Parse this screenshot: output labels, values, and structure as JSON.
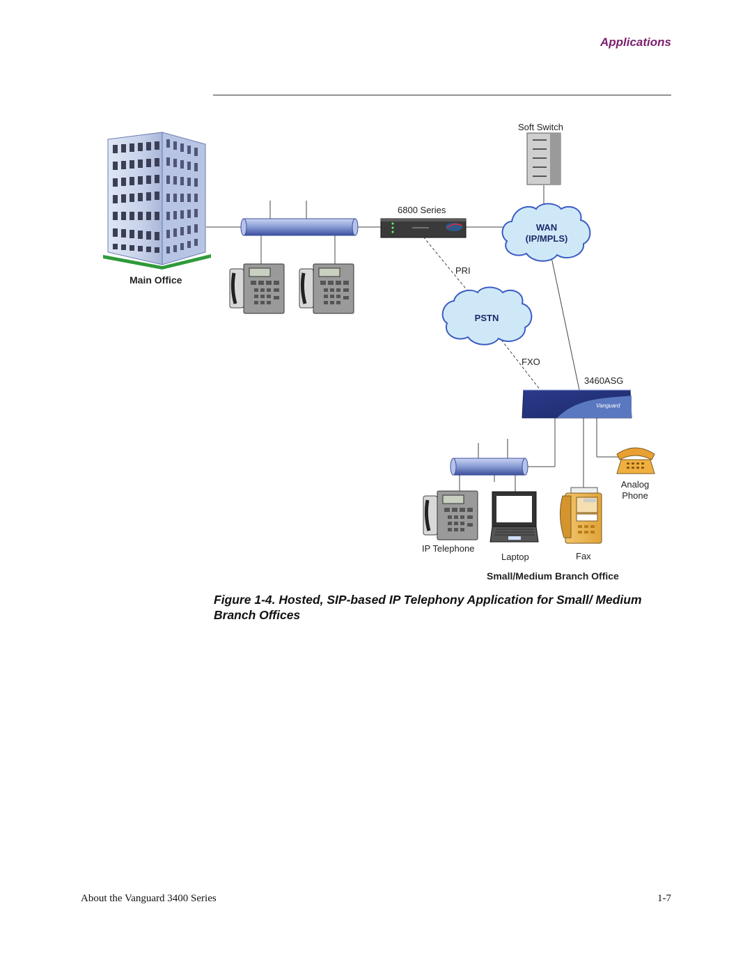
{
  "header": {
    "section": "Applications"
  },
  "diagram": {
    "labels": {
      "soft_switch": "Soft Switch",
      "series_6800": "6800 Series",
      "wan_line1": "WAN",
      "wan_line2": "(IP/MPLS)",
      "pri": "PRI",
      "pstn": "PSTN",
      "fxo": "FXO",
      "asg": "3460ASG",
      "main_office": "Main Office",
      "analog_phone_line1": "Analog",
      "analog_phone_line2": "Phone",
      "ip_telephone": "IP Telephone",
      "laptop": "Laptop",
      "fax": "Fax",
      "branch_office": "Small/Medium Branch Office",
      "vanguard_logo": "Vanguard"
    },
    "colors": {
      "cloud": "#cfe8f7",
      "cloud_stroke": "#3a5cc4",
      "device_blue": "#2e3f8f",
      "pipe": "#8ea2d8",
      "building_base": "#2f9a3a",
      "accent": "#7a1f6e"
    }
  },
  "caption": "Figure 1-4. Hosted, SIP-based IP Telephony Application for Small/ Medium Branch Offices",
  "footer": {
    "left": "About the Vanguard 3400 Series",
    "right": "1-7"
  }
}
